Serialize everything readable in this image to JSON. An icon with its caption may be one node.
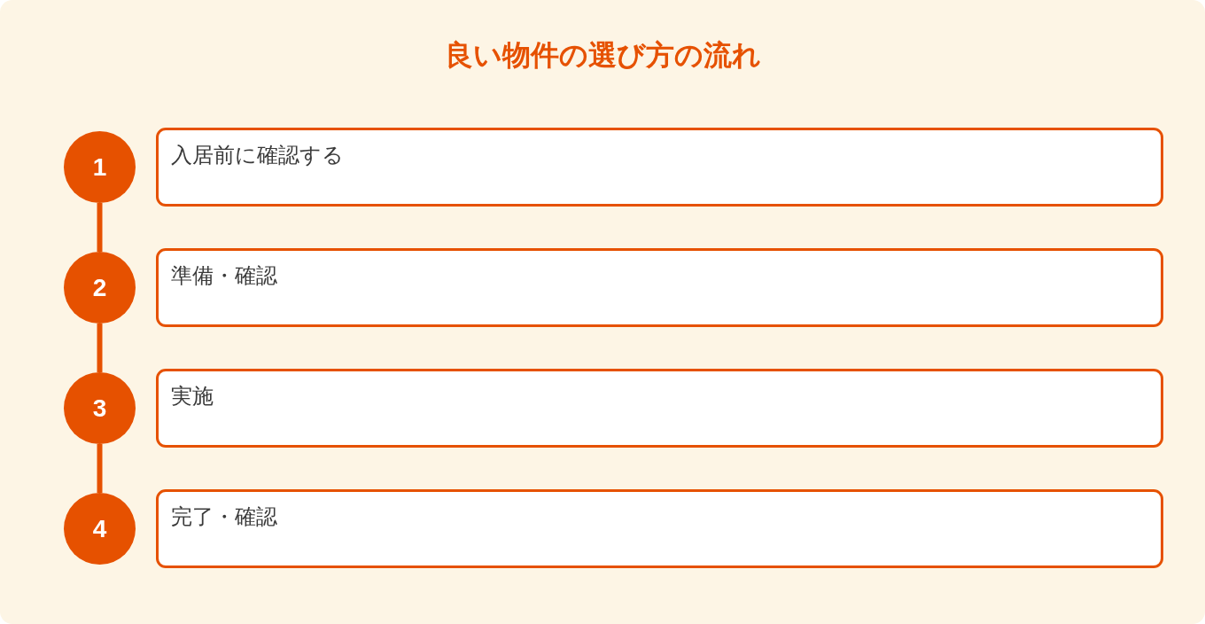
{
  "diagram": {
    "title": "良い物件の選び方の流れ",
    "nodes": [
      {
        "text": [
          "1"
        ]
      },
      {
        "text": [
          "入居前に確認する"
        ]
      },
      {
        "text": [
          "2"
        ]
      },
      {
        "text": [
          "準備・確認"
        ]
      },
      {
        "text": [
          "3"
        ]
      },
      {
        "text": [
          "実施"
        ]
      },
      {
        "text": [
          "4"
        ]
      },
      {
        "text": [
          "完了・確認"
        ]
      }
    ],
    "edges": [
      {
        "from": 0,
        "to": 2,
        "arrow": "none"
      },
      {
        "from": 2,
        "to": 4,
        "arrow": "none"
      },
      {
        "from": 4,
        "to": 6,
        "arrow": "none"
      }
    ]
  }
}
